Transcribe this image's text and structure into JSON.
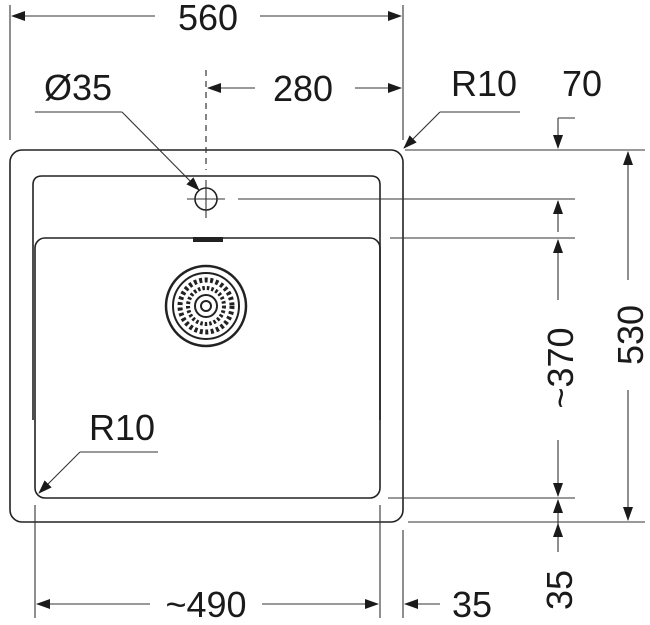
{
  "dimensions": {
    "overall_width": "560",
    "tap_offset": "280",
    "tap_hole": "Ø35",
    "corner_radius_outer": "R10",
    "tap_from_top": "70",
    "bowl_depth": "~370",
    "overall_depth": "530",
    "corner_radius_bowl": "R10",
    "bowl_width": "~490",
    "side_margin": "35",
    "bottom_margin": "35"
  },
  "colors": {
    "line": "#222222",
    "text": "#1a1a1a",
    "background": "#ffffff"
  }
}
